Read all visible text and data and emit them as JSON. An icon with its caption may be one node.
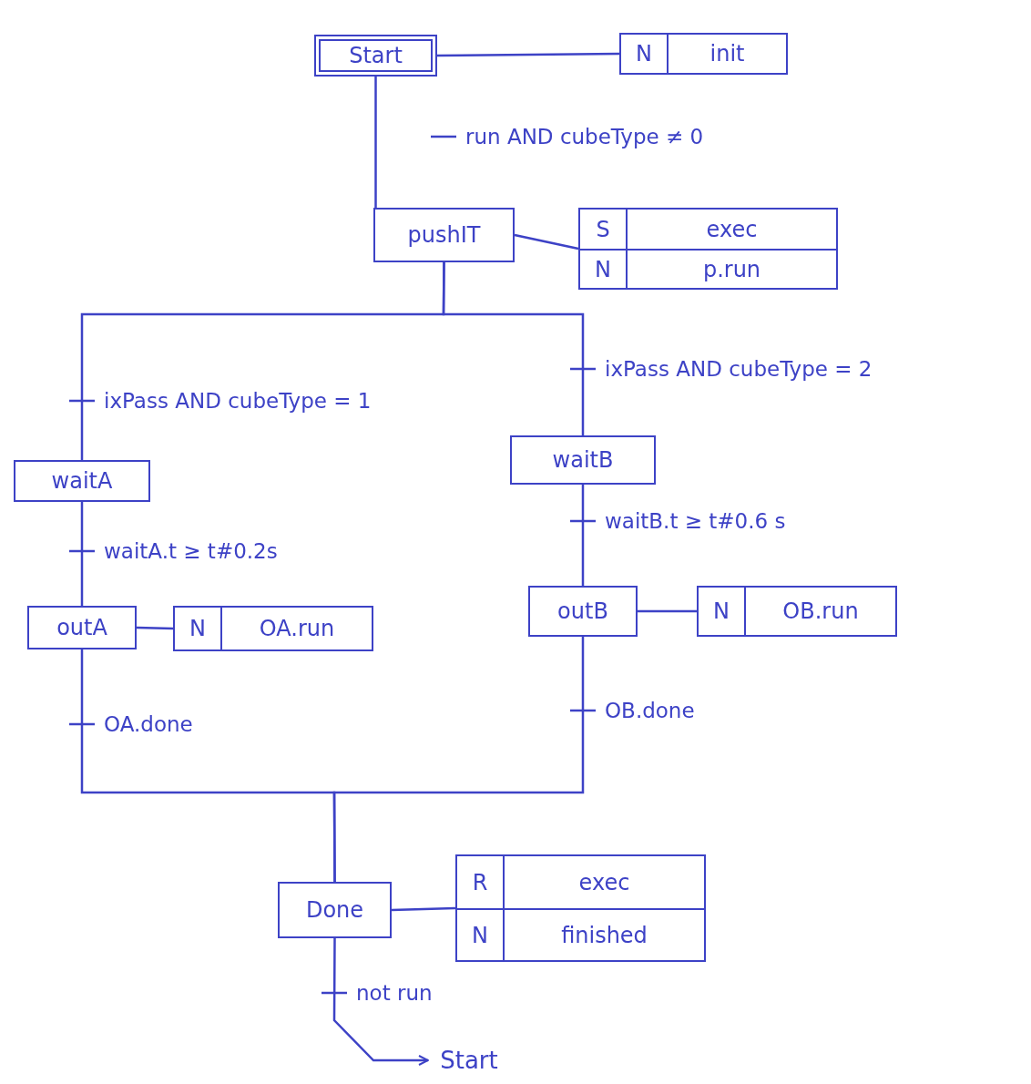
{
  "diagram": {
    "nodes": [
      {
        "text": [
          "Start"
        ]
      },
      {
        "text": [
          "N",
          "init"
        ]
      },
      {
        "text": [
          "pushIT"
        ]
      },
      {
        "text": [
          "S",
          "exec",
          "N",
          "p.run"
        ]
      },
      {
        "text": [
          "waitA"
        ]
      },
      {
        "text": [
          "waitB"
        ]
      },
      {
        "text": [
          "outA"
        ]
      },
      {
        "text": [
          "N",
          "OA.run"
        ]
      },
      {
        "text": [
          "outB"
        ]
      },
      {
        "text": [
          "N",
          "OB.run"
        ]
      },
      {
        "text": [
          "Done"
        ]
      },
      {
        "text": [
          "R",
          "exec",
          "N",
          "finished"
        ]
      },
      {
        "text": [
          "Start"
        ]
      }
    ],
    "edges": [
      {
        "from": 0,
        "to": 1,
        "arrow": "none"
      },
      {
        "from": 0,
        "to": 2,
        "arrow": "none",
        "label": "run AND cubeType ≠ 0"
      },
      {
        "from": 2,
        "to": 3,
        "arrow": "none"
      },
      {
        "from": 2,
        "to": 4,
        "arrow": "none",
        "label": "ixPass AND cubeType = 1"
      },
      {
        "from": 2,
        "to": 5,
        "arrow": "none",
        "label": "ixPass AND cubeType = 2"
      },
      {
        "from": 4,
        "to": 6,
        "arrow": "none",
        "label": "waitA.t ≥ t#0.2s"
      },
      {
        "from": 5,
        "to": 8,
        "arrow": "none",
        "label": "waitB.t ≥ t#0.6 s"
      },
      {
        "from": 6,
        "to": 7,
        "arrow": "none"
      },
      {
        "from": 8,
        "to": 9,
        "arrow": "none"
      },
      {
        "from": 6,
        "to": 10,
        "arrow": "none",
        "label": "OA.done"
      },
      {
        "from": 8,
        "to": 10,
        "arrow": "none",
        "label": "OB.done"
      },
      {
        "from": 10,
        "to": 11,
        "arrow": "none"
      },
      {
        "from": 10,
        "to": 12,
        "arrow": "to",
        "label": "not run"
      }
    ]
  }
}
